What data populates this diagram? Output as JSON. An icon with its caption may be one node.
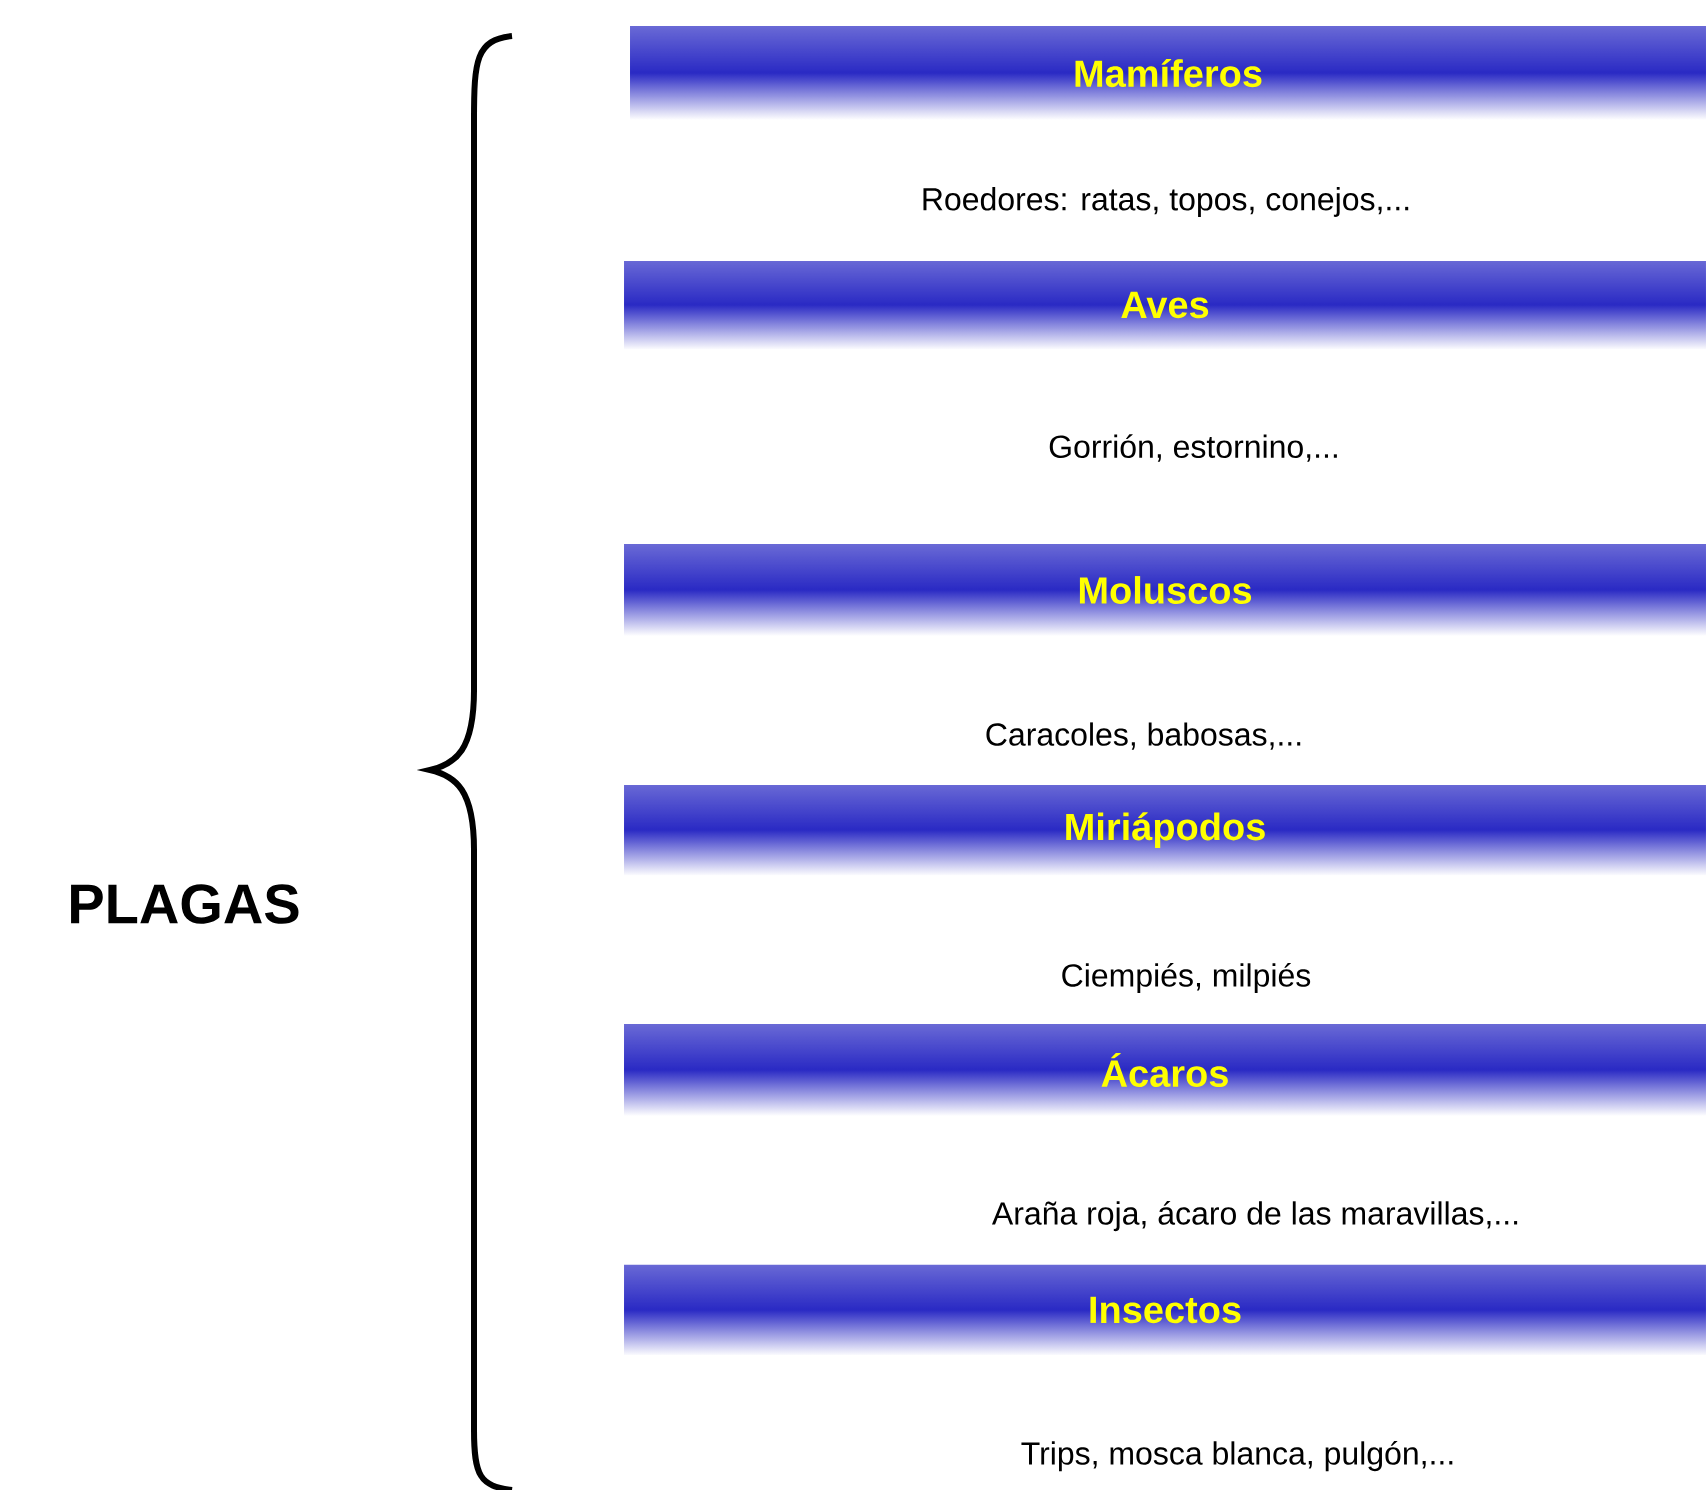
{
  "diagram": {
    "nodes": [
      {
        "text": [
          "Mamíferos"
        ],
        "beside": [
          "Roedores: ratas, topos, conejos,..."
        ]
      },
      {
        "text": [
          "Aves"
        ],
        "beside": [
          "Gorrión, estornino,..."
        ]
      },
      {
        "text": [
          "Moluscos"
        ],
        "beside": [
          "Caracoles, babosas,..."
        ]
      },
      {
        "text": [
          "Miriápodos"
        ],
        "beside": [
          "Ciempiés, milpiés"
        ]
      },
      {
        "text": [
          "Ácaros"
        ],
        "beside": [
          "Araña roja, ácaro de las maravillas,..."
        ]
      },
      {
        "text": [
          "Insectos"
        ],
        "beside": [
          "Trips, mosca blanca, pulgón,..."
        ]
      }
    ],
    "labels": [
      "PLAGAS"
    ]
  }
}
